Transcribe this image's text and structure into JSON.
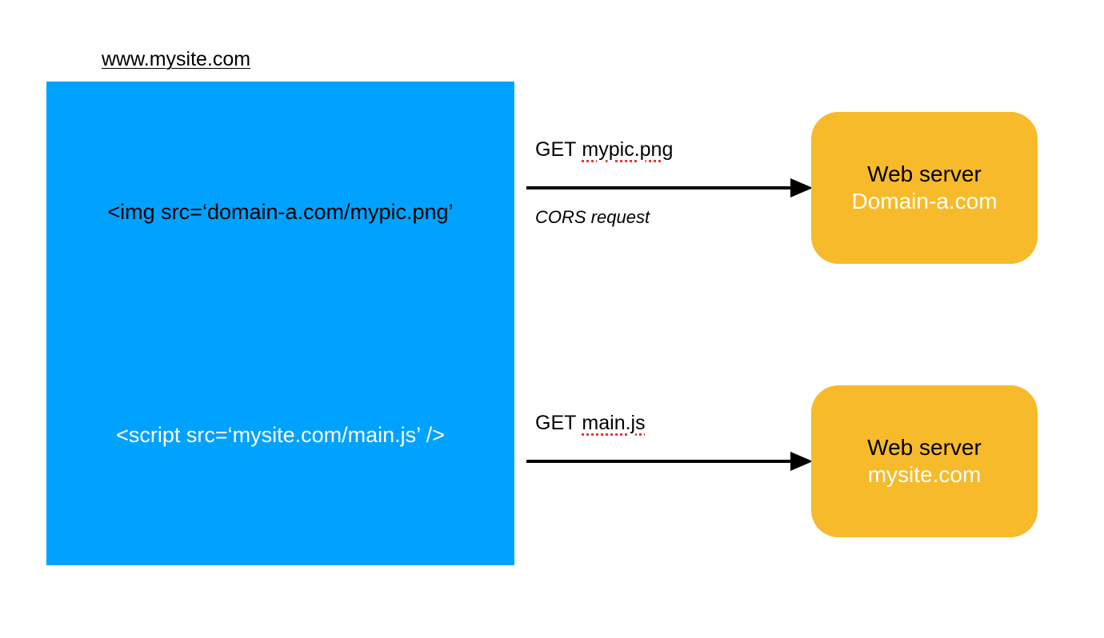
{
  "colors": {
    "page_box": "#00A2FF",
    "server_box": "#F7BA2A",
    "arrow": "#000000",
    "spell_underline": "#E53935",
    "img_tag_text": "#000000",
    "script_tag_text": "#FFFFFF"
  },
  "page": {
    "site_label": "www.mysite.com",
    "img_tag": "<img src=‘domain-a.com/mypic.png’",
    "script_tag": "<script src=‘mysite.com/main.js’ />"
  },
  "requests": [
    {
      "verb": "GET",
      "file": "mypic.png",
      "note": "CORS request",
      "server_title": "Web server",
      "server_domain": "Domain-a.com"
    },
    {
      "verb": "GET",
      "file": "main.js",
      "server_title": "Web server",
      "server_domain": "mysite.com"
    }
  ]
}
